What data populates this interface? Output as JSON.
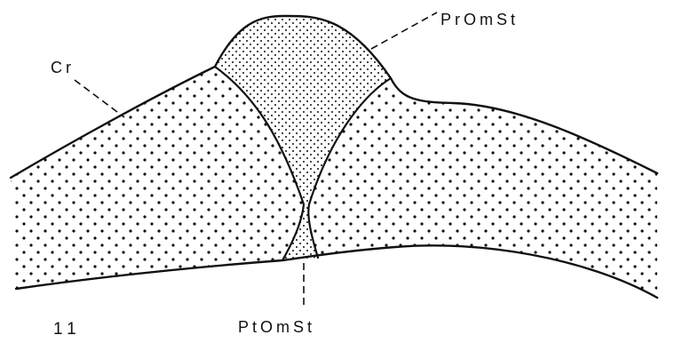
{
  "figure": {
    "number": "11",
    "labels": {
      "top_right": "PrOmSt",
      "left": "Cr",
      "bottom": "PtOmSt"
    }
  },
  "colors": {
    "ink": "#111111",
    "background": "#ffffff"
  }
}
